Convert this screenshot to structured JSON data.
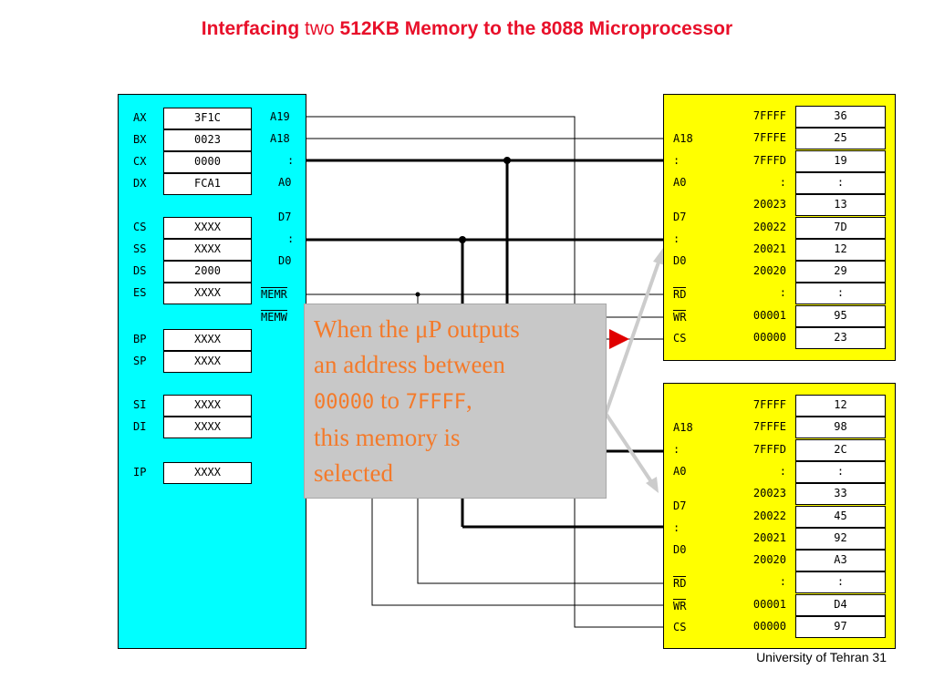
{
  "title": {
    "part1": "Interfacing",
    "part2": "two",
    "part3": "512KB Memory to the 8088 Microprocessor"
  },
  "cpu": {
    "registers": [
      {
        "name": "AX",
        "value": "3F1C"
      },
      {
        "name": "BX",
        "value": "0023"
      },
      {
        "name": "CX",
        "value": "0000"
      },
      {
        "name": "DX",
        "value": "FCA1"
      },
      {
        "name": "CS",
        "value": "XXXX"
      },
      {
        "name": "SS",
        "value": "XXXX"
      },
      {
        "name": "DS",
        "value": "2000"
      },
      {
        "name": "ES",
        "value": "XXXX"
      },
      {
        "name": "BP",
        "value": "XXXX"
      },
      {
        "name": "SP",
        "value": "XXXX"
      },
      {
        "name": "SI",
        "value": "XXXX"
      },
      {
        "name": "DI",
        "value": "XXXX"
      },
      {
        "name": "IP",
        "value": "XXXX"
      }
    ],
    "pins": [
      "A19",
      "A18",
      ":",
      "A0",
      "D7",
      ":",
      "D0",
      "MEMR",
      "MEMW"
    ]
  },
  "memory_top": {
    "pins": [
      "A18",
      ":",
      "A0",
      "D7",
      ":",
      "D0",
      "RD",
      "WR",
      "CS"
    ],
    "rows": [
      {
        "addr": "7FFFF",
        "data": "36"
      },
      {
        "addr": "7FFFE",
        "data": "25"
      },
      {
        "addr": "7FFFD",
        "data": "19"
      },
      {
        "addr": ":",
        "data": ":"
      },
      {
        "addr": "20023",
        "data": "13"
      },
      {
        "addr": "20022",
        "data": "7D"
      },
      {
        "addr": "20021",
        "data": "12"
      },
      {
        "addr": "20020",
        "data": "29"
      },
      {
        "addr": ":",
        "data": ":"
      },
      {
        "addr": "00001",
        "data": "95"
      },
      {
        "addr": "00000",
        "data": "23"
      }
    ]
  },
  "memory_bottom": {
    "pins": [
      "A18",
      ":",
      "A0",
      "D7",
      ":",
      "D0",
      "RD",
      "WR",
      "CS"
    ],
    "rows": [
      {
        "addr": "7FFFF",
        "data": "12"
      },
      {
        "addr": "7FFFE",
        "data": "98"
      },
      {
        "addr": "7FFFD",
        "data": "2C"
      },
      {
        "addr": ":",
        "data": ":"
      },
      {
        "addr": "20023",
        "data": "33"
      },
      {
        "addr": "20022",
        "data": "45"
      },
      {
        "addr": "20021",
        "data": "92"
      },
      {
        "addr": "20020",
        "data": "A3"
      },
      {
        "addr": ":",
        "data": ":"
      },
      {
        "addr": "00001",
        "data": "D4"
      },
      {
        "addr": "00000",
        "data": "97"
      }
    ]
  },
  "callout": {
    "line1": "When the μP outputs",
    "line2": "an address between",
    "addr_low": "00000",
    "to": " to ",
    "addr_high": "7FFFF",
    "comma": ",",
    "line4": "this memory is",
    "line5": "selected"
  },
  "footer": "University of Tehran 31",
  "colors": {
    "title": "#e8102a",
    "cpu_bg": "#00ffff",
    "memory_bg": "#ffff00",
    "callout_bg": "#c8c8c8",
    "callout_text": "#f47a2a",
    "arrow_red": "#e00000",
    "arrow_gray": "#cccccc"
  }
}
